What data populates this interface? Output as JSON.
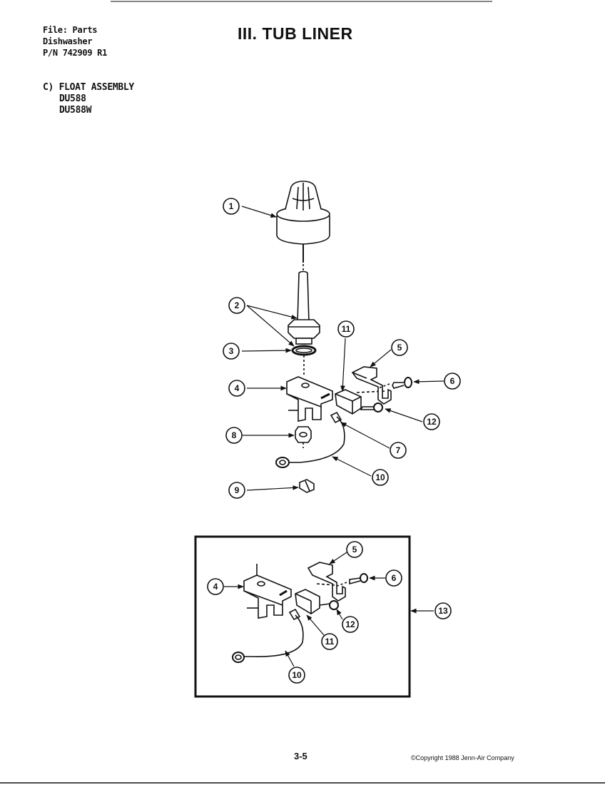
{
  "header": {
    "file_line": "File: Parts",
    "product_line": "Dishwasher",
    "pn_line": "P/N 742909 R1",
    "title": "III. TUB LINER"
  },
  "section": {
    "label": "C) FLOAT ASSEMBLY",
    "models": [
      "DU588",
      "DU588W"
    ]
  },
  "callouts_main": [
    "1",
    "2",
    "3",
    "4",
    "5",
    "6",
    "7",
    "8",
    "9",
    "10",
    "11",
    "12"
  ],
  "callouts_inset": [
    "4",
    "5",
    "6",
    "10",
    "11",
    "12"
  ],
  "inset_callout": "13",
  "footer": {
    "page": "3-5",
    "copyright": "©Copyright 1988 Jenn-Air Company"
  }
}
